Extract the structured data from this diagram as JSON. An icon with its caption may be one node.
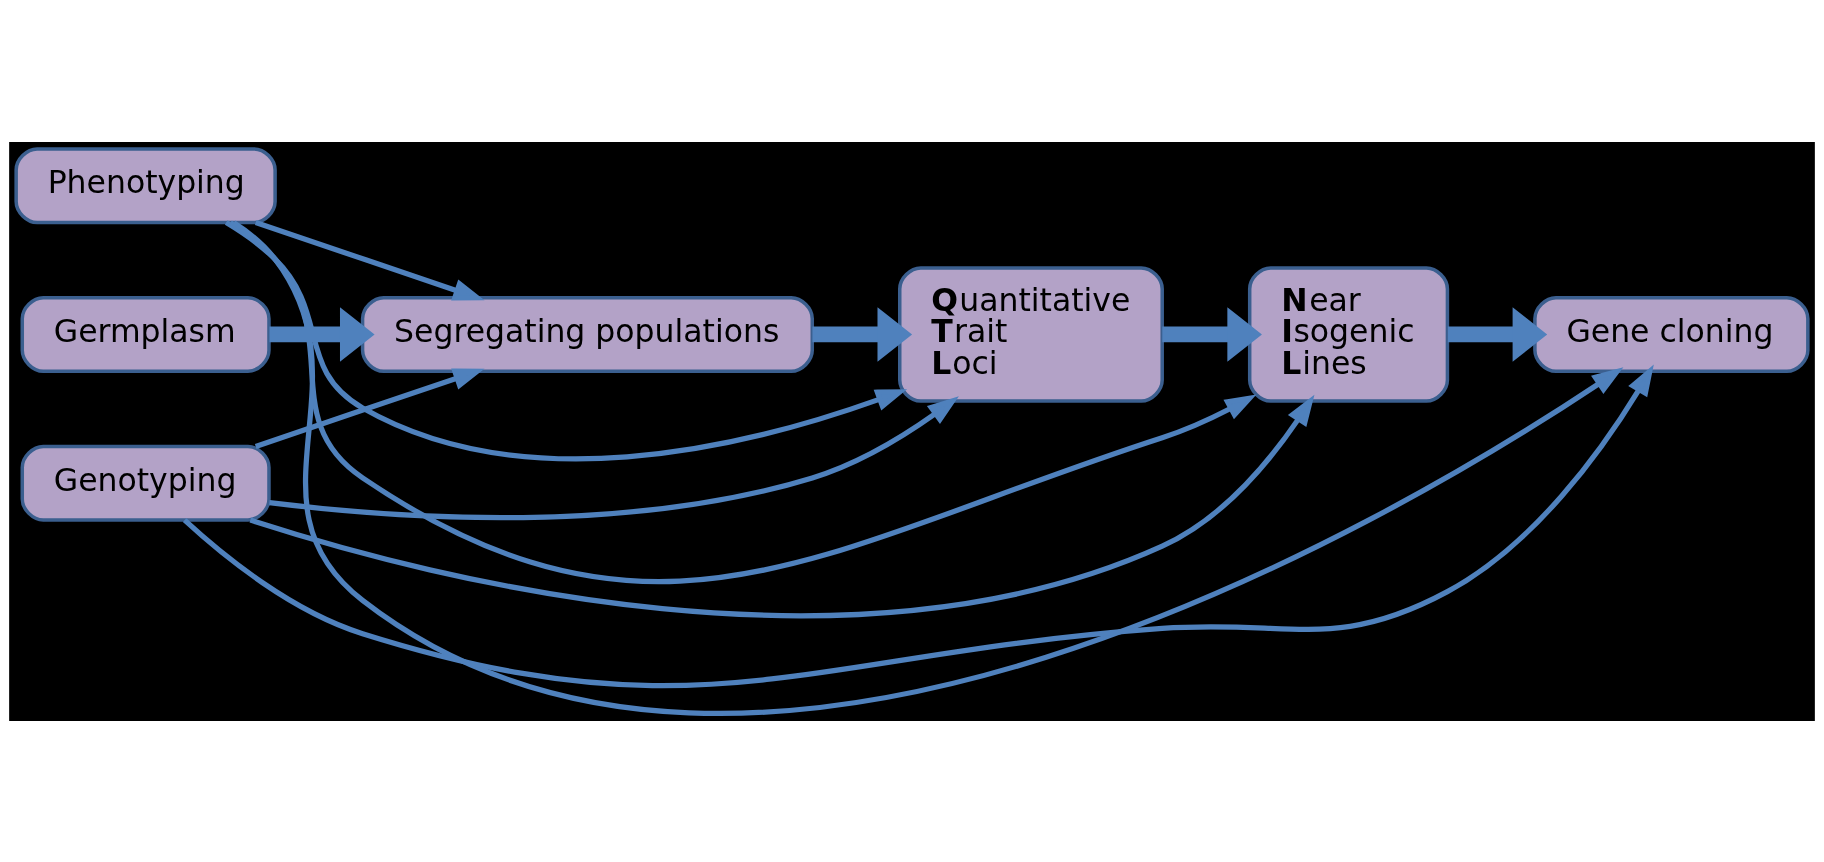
{
  "diagram": {
    "nodes": [
      {
        "text": [
          "Phenotyping"
        ]
      },
      {
        "text": [
          "Germplasm"
        ]
      },
      {
        "text": [
          "Segregating populations"
        ]
      },
      {
        "text": [
          "**Q**uantitative **T**rait **L**oci"
        ]
      },
      {
        "text": [
          "**N**ear **I**sogenic **L**ines"
        ]
      },
      {
        "text": [
          "Gene cloning"
        ]
      },
      {
        "text": [
          "Genotyping"
        ]
      }
    ],
    "edges": [
      {
        "from": 1,
        "to": 2,
        "arrow": "to",
        "style": "thick"
      },
      {
        "from": 2,
        "to": 3,
        "arrow": "to",
        "style": "thick"
      },
      {
        "from": 3,
        "to": 4,
        "arrow": "to",
        "style": "thick"
      },
      {
        "from": 4,
        "to": 5,
        "arrow": "to",
        "style": "thick"
      },
      {
        "from": 0,
        "to": 2,
        "arrow": "to"
      },
      {
        "from": 0,
        "to": 3,
        "arrow": "to"
      },
      {
        "from": 0,
        "to": 4,
        "arrow": "to"
      },
      {
        "from": 0,
        "to": 5,
        "arrow": "to"
      },
      {
        "from": 6,
        "to": 2,
        "arrow": "to"
      },
      {
        "from": 6,
        "to": 3,
        "arrow": "to"
      },
      {
        "from": 6,
        "to": 4,
        "arrow": "to"
      },
      {
        "from": 6,
        "to": 5,
        "arrow": "to"
      }
    ]
  }
}
